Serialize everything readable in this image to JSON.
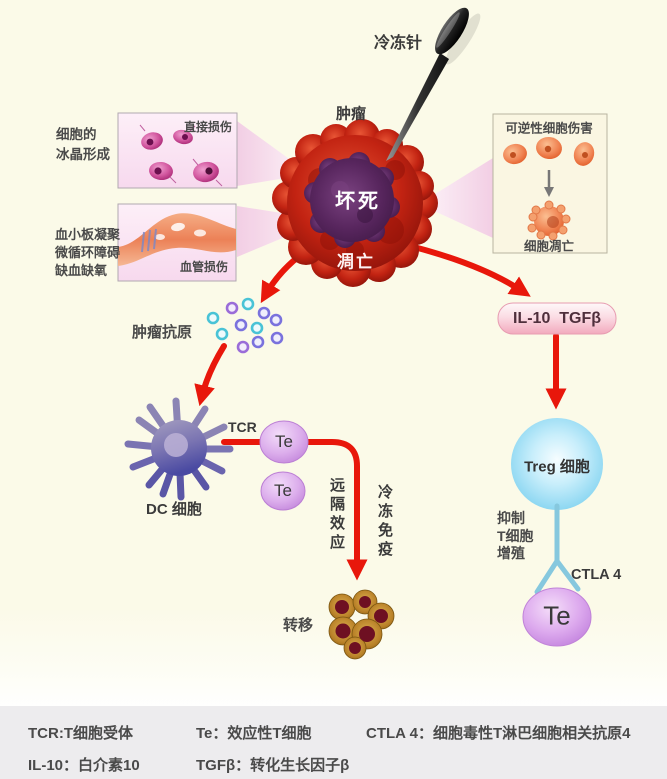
{
  "scene": {
    "needle_label": "冷冻针",
    "tumor_label": "肿瘤",
    "necrosis_label": "坏死",
    "apoptosis_label": "凋亡"
  },
  "left_panel": {
    "ice_caption_line1": "细胞的",
    "ice_caption_line2": "冰晶形成",
    "direct_damage_label": "直接损伤",
    "vessel_caption_line1": "血小板凝聚",
    "vessel_caption_line2": "微循环障碍",
    "vessel_caption_line3": "缺血缺氧",
    "vessel_damage_label": "血管损伤"
  },
  "right_panel": {
    "reversible_label": "可逆性细胞伤害",
    "cell_apoptosis_label": "细胞凋亡"
  },
  "immune_pathway": {
    "tumor_antigen_label": "肿瘤抗原",
    "dc_cell_label": "DC 细胞",
    "tcr_label": "TCR",
    "te_cell_1": "Te",
    "te_cell_2": "Te",
    "abscopal_label": "远隔效应",
    "cryo_immunity_label": "冷冻免疫",
    "metastasis_label": "转移"
  },
  "suppression_pathway": {
    "cytokines_label": "IL-10  TGFβ",
    "treg_label": "Treg 细胞",
    "inhibit_line1": "抑制",
    "inhibit_line2": "T细胞",
    "inhibit_line3": "增殖",
    "ctla4_label": "CTLA 4",
    "te_cell": "Te"
  },
  "legend": {
    "row1": [
      "TCR:T细胞受体",
      "Te：效应性T细胞",
      "CTLA 4：细胞毒性T淋巴细胞相关抗原4"
    ],
    "row2": [
      "IL-10：白介素10",
      "TGFβ：转化生长因子β"
    ]
  },
  "colors": {
    "background_cream": "#fbfae8",
    "arrow_red": "#e8170b",
    "tumor_red": "#b51e10",
    "necrosis_purple": "#4d2152",
    "treg_blue": "#82d3f0",
    "te_purple": "#c488dc",
    "capsule_pink": "#f2a9bd",
    "legend_band": "#edecee"
  }
}
